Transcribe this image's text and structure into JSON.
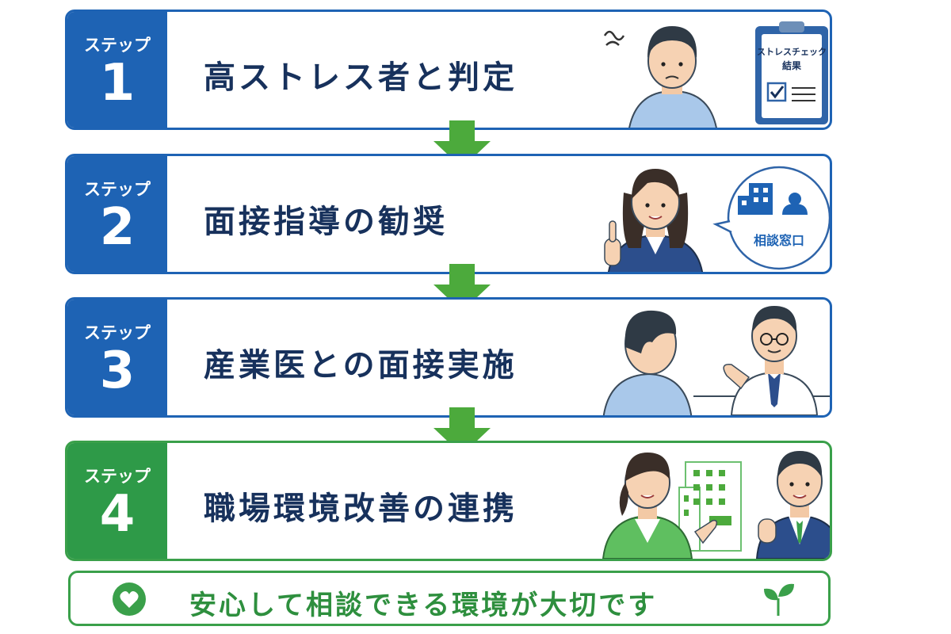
{
  "steps": [
    {
      "label": "ステップ",
      "number": "1",
      "title": "高ストレス者と判定",
      "card_line1": "ストレスチェック",
      "card_line2": "結果"
    },
    {
      "label": "ステップ",
      "number": "2",
      "title": "面接指導の勧奨",
      "bubble_label": "相談窓口"
    },
    {
      "label": "ステップ",
      "number": "3",
      "title": "産業医との面接実施"
    },
    {
      "label": "ステップ",
      "number": "4",
      "title": "職場環境改善の連携"
    }
  ],
  "footer": {
    "message": "安心して相談できる環境が大切です"
  },
  "colors": {
    "blue": "#1e63b4",
    "navy": "#17315c",
    "green": "#2e9a48",
    "arrow_green": "#4caa3c"
  },
  "icons": [
    "heart-icon",
    "sprout-icon",
    "clipboard-icon",
    "building-icon",
    "person-icon",
    "arrow-down-icon"
  ]
}
